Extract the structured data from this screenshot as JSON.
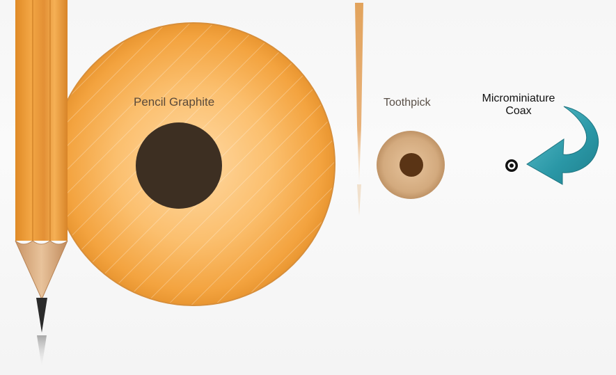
{
  "labels": {
    "pencil_graphite": "Pencil Graphite",
    "toothpick": "Toothpick",
    "coax_line1": "Microminiature",
    "coax_line2": "Coax"
  },
  "colors": {
    "pencil_body": "#f6a94a",
    "pencil_outline": "#c98a3c",
    "graphite_core": "#3d2f22",
    "toothpick_ring": "#d2a97e",
    "toothpick_core": "#5a3415",
    "coax_core": "#111111",
    "arrow": "#2a97a6"
  },
  "icons": {
    "pencil": "pencil-icon",
    "toothpick": "toothpick-icon",
    "arrow": "curved-arrow-icon"
  }
}
